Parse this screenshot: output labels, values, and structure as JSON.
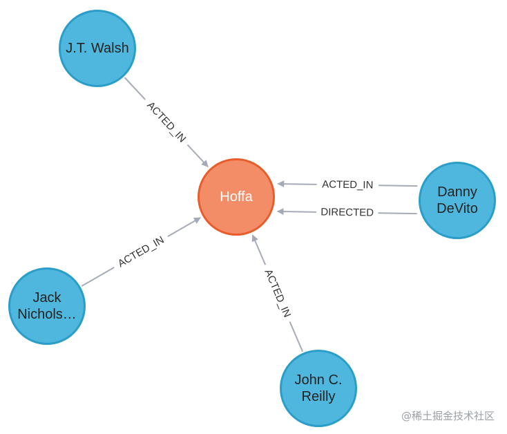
{
  "colors": {
    "person_fill": "#4fb7dd",
    "person_stroke": "#2a9ec9",
    "movie_fill": "#f38d68",
    "movie_stroke": "#e85d2c",
    "edge": "#a5abb6",
    "person_text": "#222222",
    "movie_text": "#ffffff"
  },
  "nodes": {
    "hoffa": {
      "label": [
        "Hoffa"
      ],
      "kind": "movie"
    },
    "walsh": {
      "label": [
        "J.T. Walsh"
      ],
      "kind": "person"
    },
    "devito": {
      "label": [
        "Danny",
        "DeVito"
      ],
      "kind": "person"
    },
    "nicholson": {
      "label": [
        "Jack",
        "Nichols…"
      ],
      "kind": "person"
    },
    "reilly": {
      "label": [
        "John C.",
        "Reilly"
      ],
      "kind": "person"
    }
  },
  "edges": [
    {
      "from": "walsh",
      "to": "hoffa",
      "label": "ACTED_IN"
    },
    {
      "from": "devito",
      "to": "hoffa",
      "label": "DIRECTED"
    },
    {
      "from": "devito",
      "to": "hoffa",
      "label": "ACTED_IN"
    },
    {
      "from": "nicholson",
      "to": "hoffa",
      "label": "ACTED_IN"
    },
    {
      "from": "reilly",
      "to": "hoffa",
      "label": "ACTED_IN"
    }
  ],
  "watermark": "@稀土掘金技术社区"
}
